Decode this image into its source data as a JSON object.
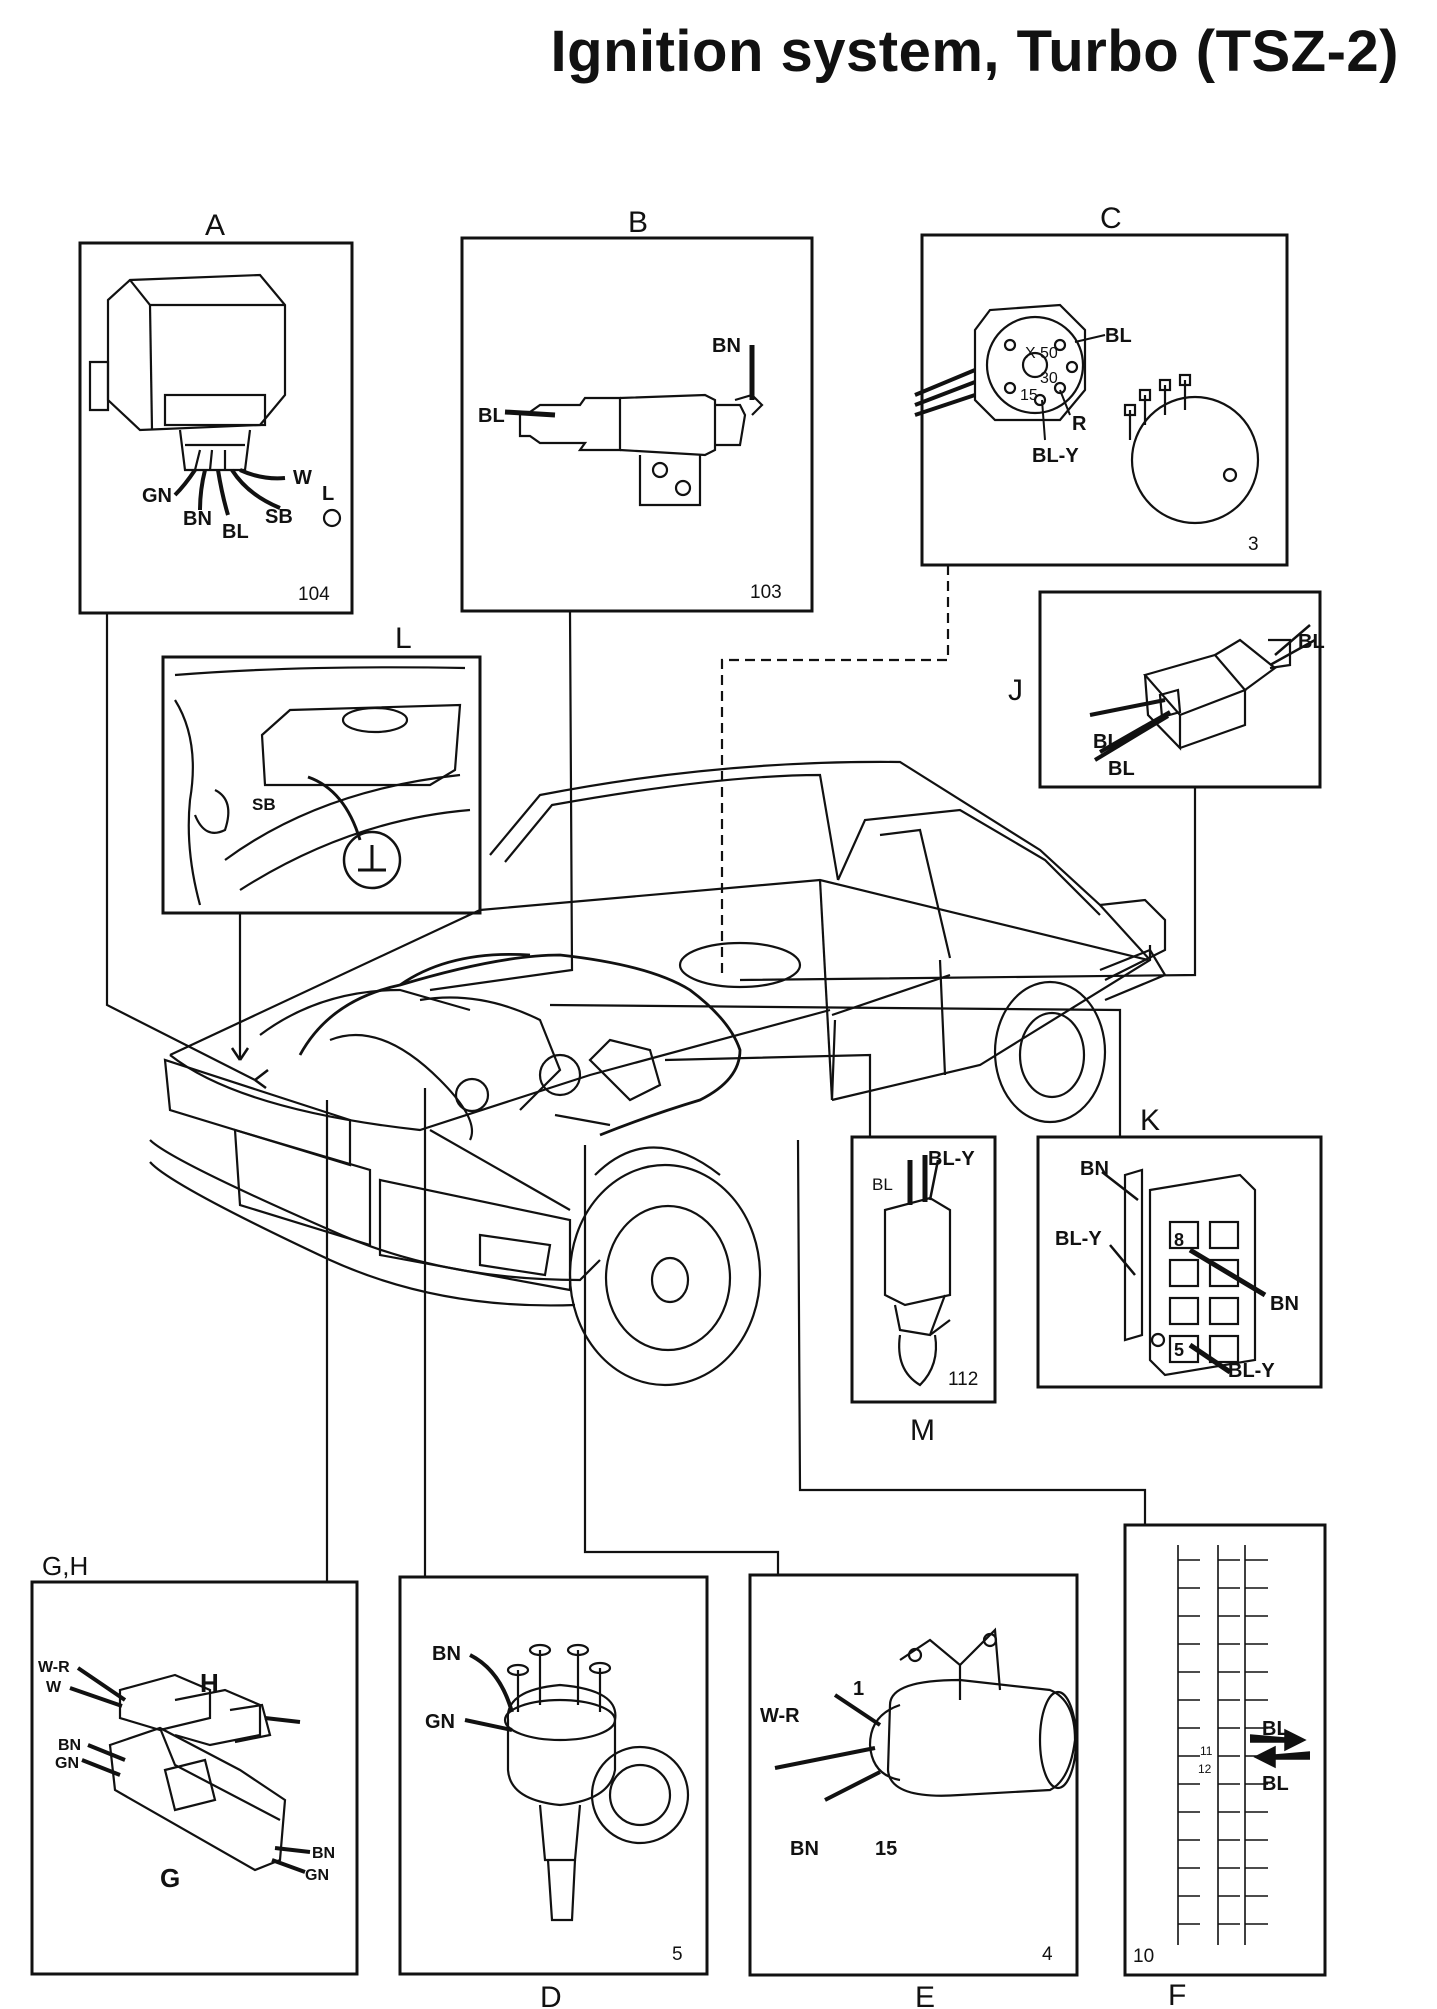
{
  "title": "Ignition system, Turbo (TSZ-2)",
  "panels": {
    "A": {
      "letter": "A",
      "number": "104",
      "wires": [
        "GN",
        "BN",
        "BL",
        "SB",
        "W",
        "L"
      ]
    },
    "B": {
      "letter": "B",
      "number": "103",
      "wires": [
        "BN",
        "BL"
      ]
    },
    "C": {
      "letter": "C",
      "number": "3",
      "wires": [
        "BL",
        "R",
        "BL-Y"
      ],
      "terminals": [
        "X",
        "50",
        "30",
        "15"
      ]
    },
    "J": {
      "letter": "J",
      "wires": [
        "BL",
        "BL",
        "BL"
      ]
    },
    "L": {
      "letter": "L",
      "wires": [
        "SB"
      ]
    },
    "K": {
      "letter": "K",
      "wires": [
        "BN",
        "BL-Y",
        "BN",
        "BL-Y"
      ],
      "pins": [
        "8",
        "5"
      ]
    },
    "M": {
      "letter": "M",
      "number": "112",
      "wires": [
        "BL",
        "BL-Y"
      ]
    },
    "GH": {
      "letter": "G,H",
      "sub_h": "H",
      "sub_g": "G",
      "wires": [
        "W-R",
        "W",
        "BN",
        "GN",
        "BN",
        "GN"
      ]
    },
    "D": {
      "letter": "D",
      "number": "5",
      "wires": [
        "BN",
        "GN"
      ]
    },
    "E": {
      "letter": "E",
      "number": "4",
      "wires": [
        "W-R",
        "BN"
      ],
      "terminals": [
        "1",
        "15"
      ]
    },
    "F": {
      "letter": "F",
      "number": "10",
      "wires": [
        "BL",
        "BL"
      ],
      "pins": [
        "11",
        "12"
      ]
    }
  },
  "colors": {
    "ink": "#111111",
    "paper": "#ffffff"
  }
}
